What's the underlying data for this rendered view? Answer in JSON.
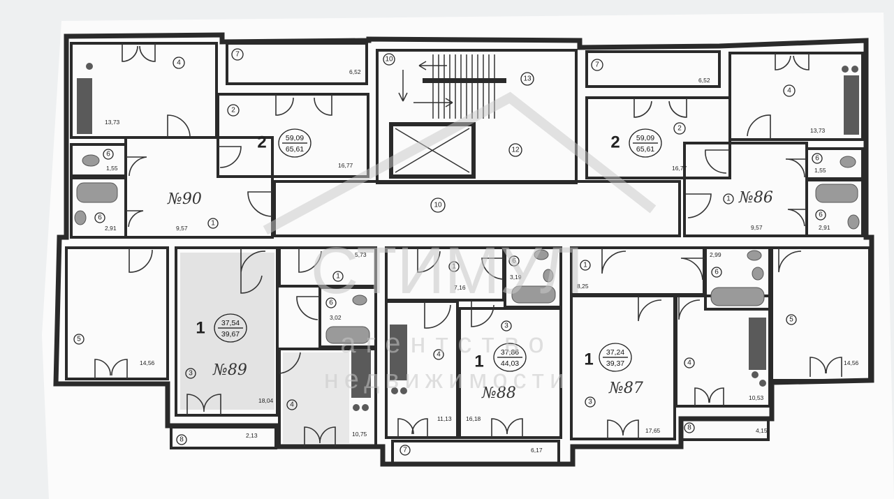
{
  "watermark": {
    "brand": "СТИМУЛ",
    "tagline_1": "агентство",
    "tagline_2": "недвижимости"
  },
  "rooms": {
    "r_10_top": "10",
    "r_13": "13",
    "r_12": "12",
    "r_10_hall": "10",
    "l_kitchen": "4",
    "l_balcony": "7",
    "l_bedroom": "2",
    "l_bath1": "6",
    "l_bath2": "6",
    "l_hall": "1",
    "r_balcony": "7",
    "r_kitchen": "4",
    "r_bedroom": "2",
    "r_bath1": "6",
    "r_bath2": "6",
    "r_hall": "1",
    "a89_hall": "1",
    "a89_bath": "6",
    "a89_kitchen": "4",
    "a89_room": "3",
    "a89_balcony": "8",
    "l_room5": "5",
    "r_room5": "5",
    "a88_hall": "1",
    "a88_bath": "6",
    "a88_kitchen": "4",
    "a88_room": "3",
    "a88_balcony": "7",
    "a87_hall": "1",
    "a87_bath": "6",
    "a87_room": "3",
    "a87_kitchen": "4",
    "a87_balcony": "8"
  },
  "areas": {
    "l_kitchen": "13,73",
    "l_balcony": "6,52",
    "l_bedroom": "16,77",
    "l_bath1": "1,55",
    "l_bath2": "2,91",
    "l_hall": "9,57",
    "r_balcony": "6,52",
    "r_kitchen": "13,73",
    "r_bedroom": "16,77",
    "r_bath1": "1,55",
    "r_bath2": "2,91",
    "r_hall": "9,57",
    "a89_hall": "5,73",
    "a89_bath": "3,02",
    "a89_room": "18,04",
    "a89_kitchen": "10,75",
    "a89_balcony": "2,13",
    "l_room5": "14,56",
    "r_room5": "14,56",
    "a88_hall": "7,16",
    "a88_bath": "3,19",
    "a88_kitchen": "11,13",
    "a88_room": "16,18",
    "a88_balcony": "6,17",
    "a87_hall": "8,25",
    "a87_bath": "2,99",
    "a87_room": "17,65",
    "a87_kitchen": "10,53",
    "a87_balcony": "4,15"
  },
  "apartments": {
    "a90": {
      "rooms": "2",
      "living": "59,09",
      "total": "65,61",
      "handwritten": "№90"
    },
    "a86": {
      "rooms": "2",
      "living": "59,09",
      "total": "65,61",
      "handwritten": "№86"
    },
    "a89": {
      "rooms": "1",
      "living": "37,54",
      "total": "39,67",
      "handwritten": "№89"
    },
    "a88": {
      "rooms": "1",
      "living": "37,86",
      "total": "44,03",
      "handwritten": "№88"
    },
    "a87": {
      "rooms": "1",
      "living": "37,24",
      "total": "39,37",
      "handwritten": "№87"
    }
  },
  "colors": {
    "wall": "#2a2a2a",
    "paper": "#fbfbfb",
    "background": "#eef0f1"
  }
}
